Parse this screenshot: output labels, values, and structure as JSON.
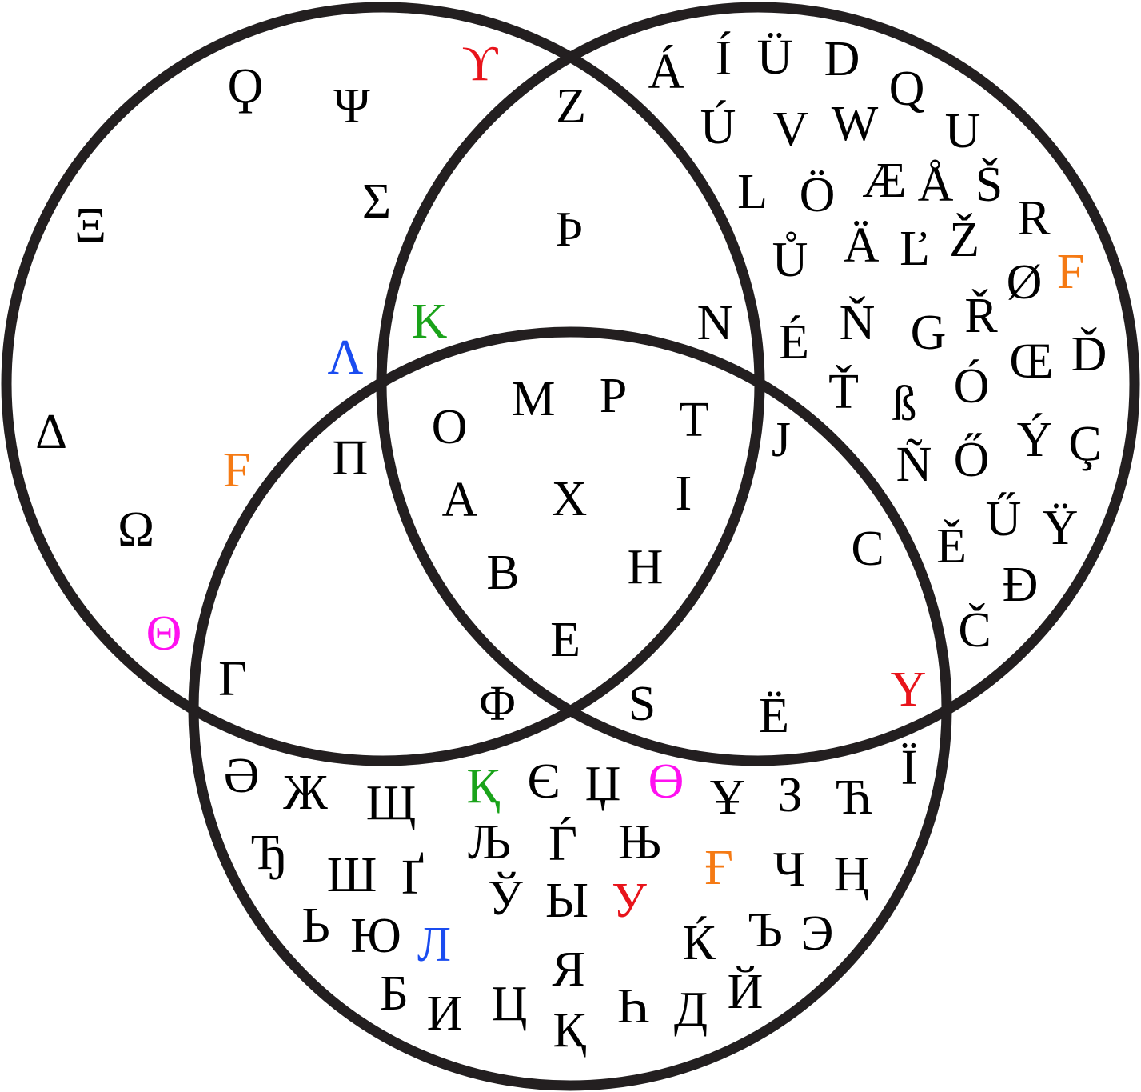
{
  "colors": {
    "outline": "#231f20",
    "default": "#000000",
    "red": "#e8141b",
    "green": "#1aa31a",
    "blue": "#1a4cf0",
    "orange": "#f57a14",
    "magenta": "#ff10f0"
  },
  "regions": {
    "greek_only": [
      {
        "char": "Ϙ"
      },
      {
        "char": "Ψ"
      },
      {
        "char": "ϒ",
        "color": "red"
      },
      {
        "char": "Σ"
      },
      {
        "char": "Ξ"
      },
      {
        "char": "Λ",
        "color": "blue"
      },
      {
        "char": "Δ"
      },
      {
        "char": "F",
        "color": "orange"
      },
      {
        "char": "Ω"
      },
      {
        "char": "Θ",
        "color": "magenta"
      }
    ],
    "greek_latin": [
      {
        "char": "Z"
      },
      {
        "char": "Þ"
      },
      {
        "char": "K",
        "color": "green"
      },
      {
        "char": "N"
      }
    ],
    "latin_only": [
      {
        "char": "Á"
      },
      {
        "char": "Í"
      },
      {
        "char": "Ü"
      },
      {
        "char": "D"
      },
      {
        "char": "Q"
      },
      {
        "char": "Ú"
      },
      {
        "char": "V"
      },
      {
        "char": "W"
      },
      {
        "char": "U"
      },
      {
        "char": "L"
      },
      {
        "char": "Ö"
      },
      {
        "char": "Æ"
      },
      {
        "char": "Å"
      },
      {
        "char": "Š"
      },
      {
        "char": "R"
      },
      {
        "char": "Ů"
      },
      {
        "char": "Ä"
      },
      {
        "char": "Ľ"
      },
      {
        "char": "Ž"
      },
      {
        "char": "Ø"
      },
      {
        "char": "F",
        "color": "orange"
      },
      {
        "char": "É"
      },
      {
        "char": "Ň"
      },
      {
        "char": "G"
      },
      {
        "char": "Ř"
      },
      {
        "char": "Œ"
      },
      {
        "char": "Ď"
      },
      {
        "char": "Ť"
      },
      {
        "char": "ß"
      },
      {
        "char": "Ó"
      },
      {
        "char": "Ñ"
      },
      {
        "char": "Ő"
      },
      {
        "char": "Ý"
      },
      {
        "char": "Ç"
      },
      {
        "char": "Ű"
      },
      {
        "char": "Ÿ"
      },
      {
        "char": "Ě"
      },
      {
        "char": "Đ"
      },
      {
        "char": "Č"
      }
    ],
    "all_three": [
      {
        "char": "M"
      },
      {
        "char": "P"
      },
      {
        "char": "O"
      },
      {
        "char": "T"
      },
      {
        "char": "A"
      },
      {
        "char": "X"
      },
      {
        "char": "I"
      },
      {
        "char": "B"
      },
      {
        "char": "H"
      },
      {
        "char": "E"
      }
    ],
    "greek_cyrillic": [
      {
        "char": "Π"
      },
      {
        "char": "Γ"
      },
      {
        "char": "Φ"
      }
    ],
    "latin_cyrillic": [
      {
        "char": "J"
      },
      {
        "char": "C"
      },
      {
        "char": "S"
      },
      {
        "char": "Ë"
      },
      {
        "char": "Y",
        "color": "red"
      }
    ],
    "cyrillic_only": [
      {
        "char": "Ə"
      },
      {
        "char": "Ж"
      },
      {
        "char": "Щ"
      },
      {
        "char": "Қ",
        "color": "green"
      },
      {
        "char": "Є"
      },
      {
        "char": "Џ"
      },
      {
        "char": "Ө",
        "color": "magenta"
      },
      {
        "char": "Ұ"
      },
      {
        "char": "З"
      },
      {
        "char": "Ћ"
      },
      {
        "char": "Ї"
      },
      {
        "char": "Ђ"
      },
      {
        "char": "Љ"
      },
      {
        "char": "Ѓ"
      },
      {
        "char": "Њ"
      },
      {
        "char": "Ш"
      },
      {
        "char": "Ґ"
      },
      {
        "char": "Ғ",
        "color": "orange"
      },
      {
        "char": "Ч"
      },
      {
        "char": "Ң"
      },
      {
        "char": "Ў"
      },
      {
        "char": "Ы"
      },
      {
        "char": "У",
        "color": "red"
      },
      {
        "char": "Ь"
      },
      {
        "char": "Ю"
      },
      {
        "char": "Л",
        "color": "blue"
      },
      {
        "char": "Ќ"
      },
      {
        "char": "Ъ"
      },
      {
        "char": "Э"
      },
      {
        "char": "Я"
      },
      {
        "char": "Б"
      },
      {
        "char": "И"
      },
      {
        "char": "Ц"
      },
      {
        "char": "Қ"
      },
      {
        "char": "Һ"
      },
      {
        "char": "Д"
      },
      {
        "char": "Й"
      }
    ]
  }
}
